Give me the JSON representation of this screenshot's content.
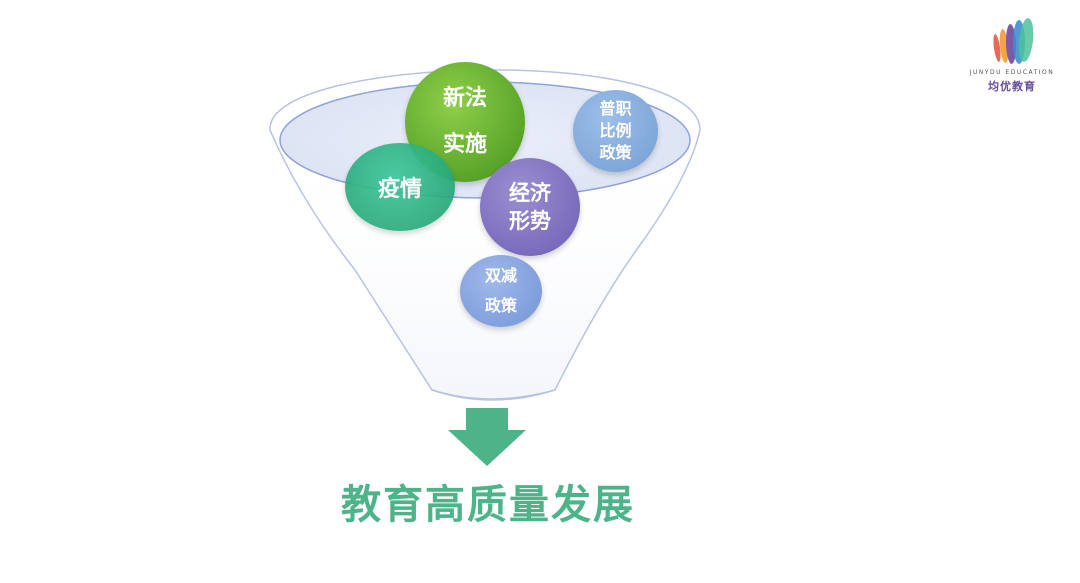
{
  "diagram": {
    "bubbles": [
      {
        "id": "xinfa",
        "lines": [
          "新法",
          "实施"
        ]
      },
      {
        "id": "yiqing",
        "lines": [
          "疫情"
        ]
      },
      {
        "id": "jingji",
        "lines": [
          "经济",
          "形势"
        ]
      },
      {
        "id": "puzhi",
        "lines": [
          "普职",
          "比例",
          "政策"
        ]
      },
      {
        "id": "shuangjian",
        "lines": [
          "双减",
          "政策"
        ]
      }
    ],
    "result": "教育高质量发展"
  },
  "logo": {
    "en": "JUNYDU EDUCATION",
    "cn": "均优教育"
  },
  "colors": {
    "arrow": "#4db388",
    "title": "#4db388",
    "funnel_fill": "#dfe6f5",
    "funnel_stroke": "#9fb0d8"
  }
}
